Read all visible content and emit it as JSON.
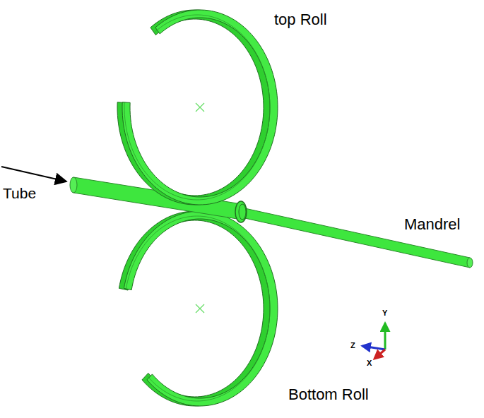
{
  "diagram": {
    "labels": [
      "top Roll",
      "Tube",
      "Mandrel",
      "Bottom Roll",
      "Y",
      "Z",
      "X"
    ]
  }
}
